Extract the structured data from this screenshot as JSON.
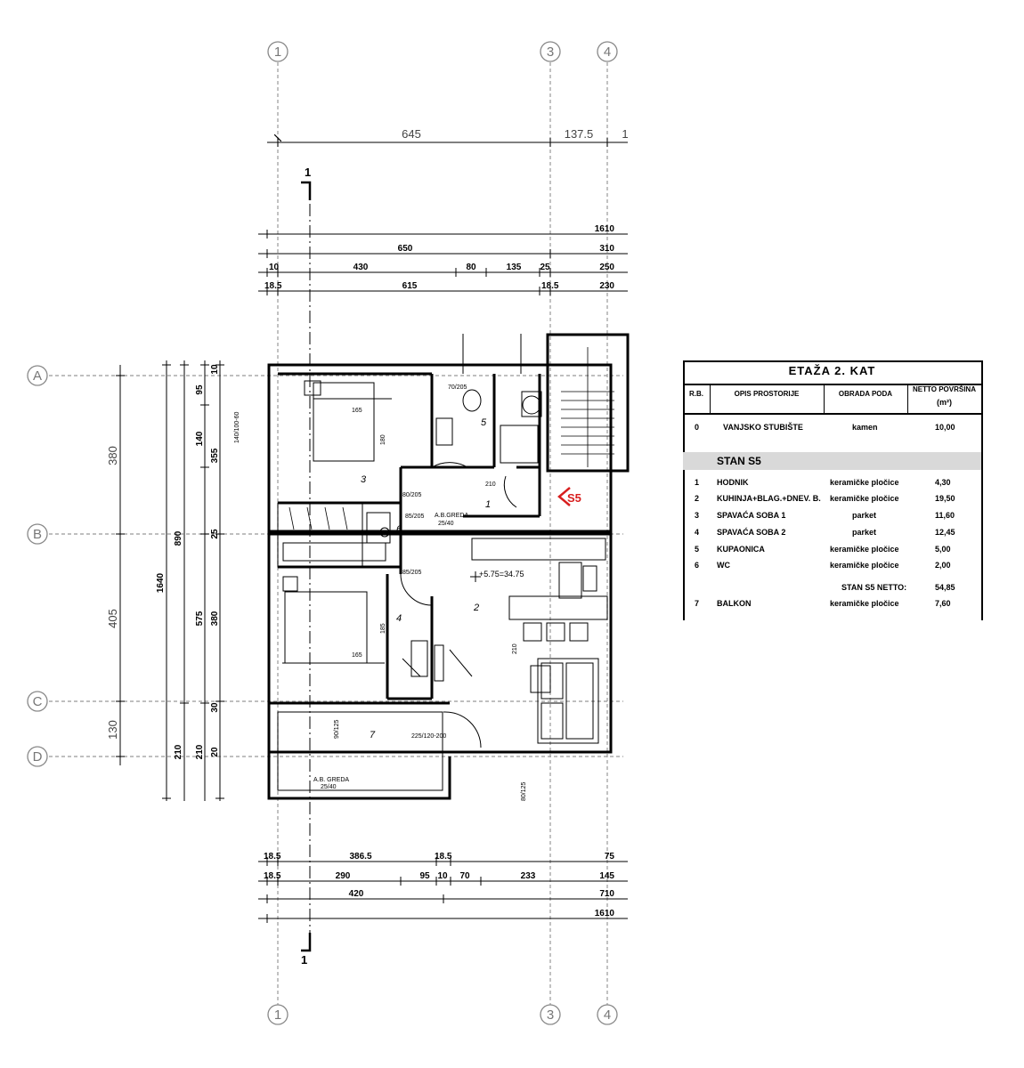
{
  "axes": {
    "columns": [
      "1",
      "3",
      "4"
    ],
    "rows": [
      "A",
      "B",
      "C",
      "D"
    ]
  },
  "section_marker": "1",
  "dimensions": {
    "top_axis": [
      "645",
      "137.5",
      "1"
    ],
    "top_total": "1610",
    "top_row1": [
      "650",
      "310"
    ],
    "top_row2": [
      "10",
      "430",
      "80",
      "135",
      "25",
      "250"
    ],
    "top_row3": [
      "18.5",
      "615",
      "18.5",
      "230"
    ],
    "left_big": [
      "380",
      "405",
      "130"
    ],
    "left_mid": [
      "1640",
      "890"
    ],
    "left_inner": [
      "95",
      "140",
      "355",
      "25",
      "575",
      "380",
      "30",
      "20",
      "210",
      "210",
      "10"
    ],
    "bottom_row1": [
      "18.5",
      "386.5",
      "18.5",
      "75"
    ],
    "bottom_row2": [
      "18.5",
      "290",
      "95",
      "10",
      "70",
      "233",
      "145"
    ],
    "bottom_row3": [
      "420",
      "710"
    ],
    "bottom_total": "1610"
  },
  "plan_labels": {
    "room_numbers": [
      "1",
      "2",
      "3",
      "4",
      "5",
      "6",
      "7"
    ],
    "level": "+5.75=34.75",
    "beam_1": "A.B.GREDA",
    "beam_1_size": "25/40",
    "beam_2": "A.B. GREDA",
    "beam_2_size": "25/40",
    "apartment_tag": "S5",
    "door_marks": [
      "80/205",
      "85/205",
      "85/205",
      "70/205"
    ],
    "window_marks": [
      "140/100-60",
      "225/120-200",
      "90/125",
      "80/125"
    ],
    "bed_dims": [
      "165",
      "165",
      "180",
      "185"
    ],
    "corridor_dim": "210",
    "kitchen_dim": "210"
  },
  "legend": {
    "title": "ETAŽA 2. KAT",
    "headers": [
      "R.B.",
      "OPIS PROSTORIJE",
      "OBRADA PODA",
      "NETTO POVRŠINA",
      "(m²)"
    ],
    "pre_rows": [
      {
        "no": "0",
        "name": "VANJSKO STUBIŠTE",
        "floor": "kamen",
        "area": "10,00"
      }
    ],
    "section_title": "STAN S5",
    "rows": [
      {
        "no": "1",
        "name": "HODNIK",
        "floor": "keramičke pločice",
        "area": "4,30"
      },
      {
        "no": "2",
        "name": "KUHINJA+BLAG.+DNEV. B.",
        "floor": "keramičke pločice",
        "area": "19,50"
      },
      {
        "no": "3",
        "name": "SPAVAĆA SOBA 1",
        "floor": "parket",
        "area": "11,60"
      },
      {
        "no": "4",
        "name": "SPAVAĆA SOBA 2",
        "floor": "parket",
        "area": "12,45"
      },
      {
        "no": "5",
        "name": "KUPAONICA",
        "floor": "keramičke pločice",
        "area": "5,00"
      },
      {
        "no": "6",
        "name": "WC",
        "floor": "keramičke pločice",
        "area": "2,00"
      }
    ],
    "net_label": "STAN S5 NETTO:",
    "net_value": "54,85",
    "post_rows": [
      {
        "no": "7",
        "name": "BALKON",
        "floor": "keramičke pločice",
        "area": "7,60"
      }
    ]
  },
  "colors": {
    "grid": "#999999",
    "accent_arrow": "#d81e1e",
    "legend_band": "#d9d9d9"
  }
}
